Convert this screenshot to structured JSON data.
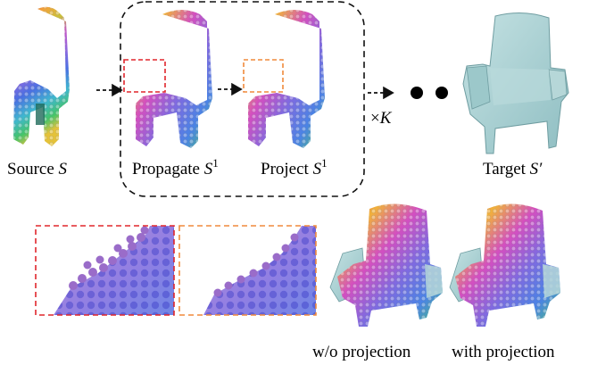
{
  "labels": {
    "source_prefix": "Source ",
    "source_symbol": "S",
    "propagate_prefix": "Propagate ",
    "propagate_symbol": "S",
    "propagate_sup": "1",
    "project_prefix": "Project ",
    "project_symbol": "S",
    "project_sup": "1",
    "times_k_prefix": "×",
    "times_k_symbol": "K",
    "target_prefix": "Target ",
    "target_symbol": "S′",
    "wo_projection": "w/o projection",
    "with_projection": "with projection"
  },
  "colors": {
    "red_dash": "#e0262c",
    "orange_dash": "#f08a3c",
    "chair_mesh": "#a9cfd1",
    "chair_mesh_shade": "#7fb0b4",
    "dashed_box": "#111111"
  },
  "icons": {
    "ellipsis": "two-black-dots",
    "arrow": "dashed-arrow-right"
  }
}
